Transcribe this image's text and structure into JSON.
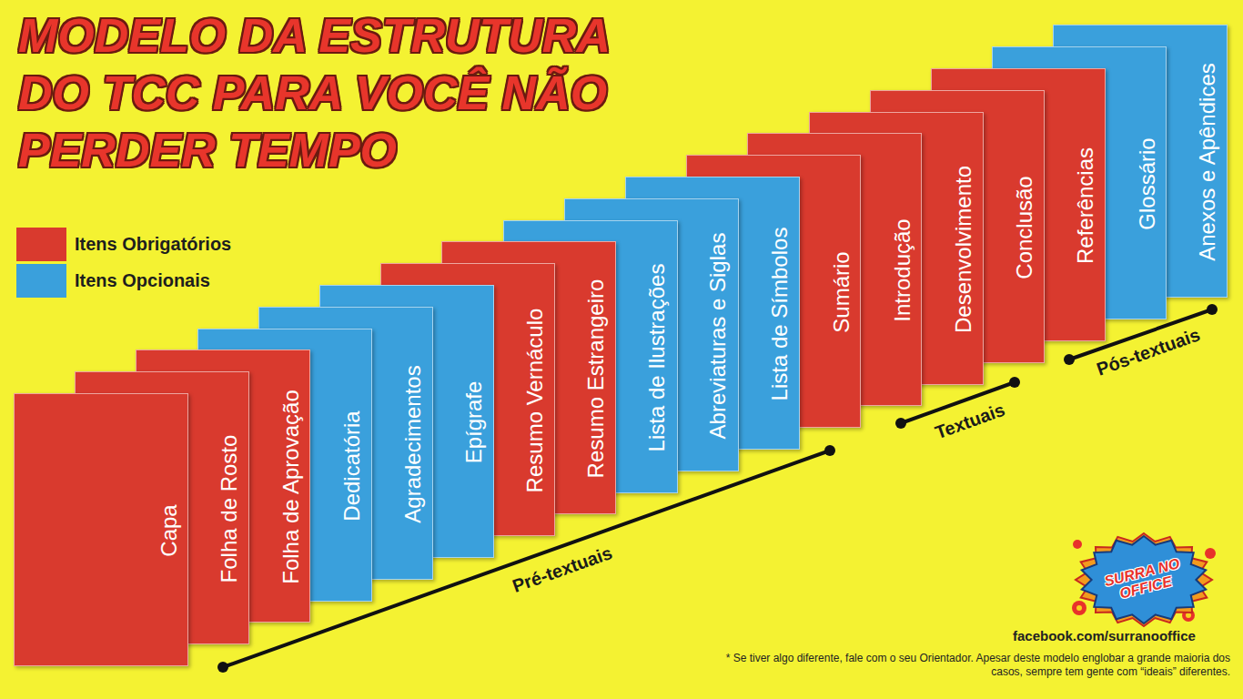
{
  "diagram": {
    "title": "MODELO DA ESTRUTURA DO TCC PARA VOCÊ NÃO PERDER TEMPO",
    "nodes": [
      {
        "text": [
          "Capa"
        ]
      },
      {
        "text": [
          "Folha de Rosto"
        ]
      },
      {
        "text": [
          "Folha de Aprovação"
        ]
      },
      {
        "text": [
          "Dedicatória"
        ]
      },
      {
        "text": [
          "Agradecimentos"
        ]
      },
      {
        "text": [
          "Epígrafe"
        ]
      },
      {
        "text": [
          "Resumo Vernáculo"
        ]
      },
      {
        "text": [
          "Resumo Estrangeiro"
        ]
      },
      {
        "text": [
          "Lista de Ilustrações"
        ]
      },
      {
        "text": [
          "Abreviaturas e Siglas"
        ]
      },
      {
        "text": [
          "Lista de Símbolos"
        ]
      },
      {
        "text": [
          "Sumário"
        ]
      },
      {
        "text": [
          "Introdução"
        ]
      },
      {
        "text": [
          "Desenvolvimento"
        ]
      },
      {
        "text": [
          "Conclusão"
        ]
      },
      {
        "text": [
          "Referências"
        ]
      },
      {
        "text": [
          "Glossário"
        ]
      },
      {
        "text": [
          "Anexos e Apêndices"
        ]
      },
      {
        "text": [
          "SURRA NO OFFICE"
        ]
      }
    ],
    "labels": [
      "Pré-textuais",
      "Textuais",
      "Pós-textuais",
      "facebook.com/surranooffice",
      "* Se tiver algo diferente, fale com o seu Orientador. Apesar deste modelo englobar a grande maioria dos casos, sempre tem gente com “ideais” diferentes."
    ],
    "legend": [
      {
        "text": "Itens Obrigatórios",
        "color": "#d93a2e"
      },
      {
        "text": "Itens Opcionais",
        "color": "#3aa0dc"
      }
    ]
  }
}
